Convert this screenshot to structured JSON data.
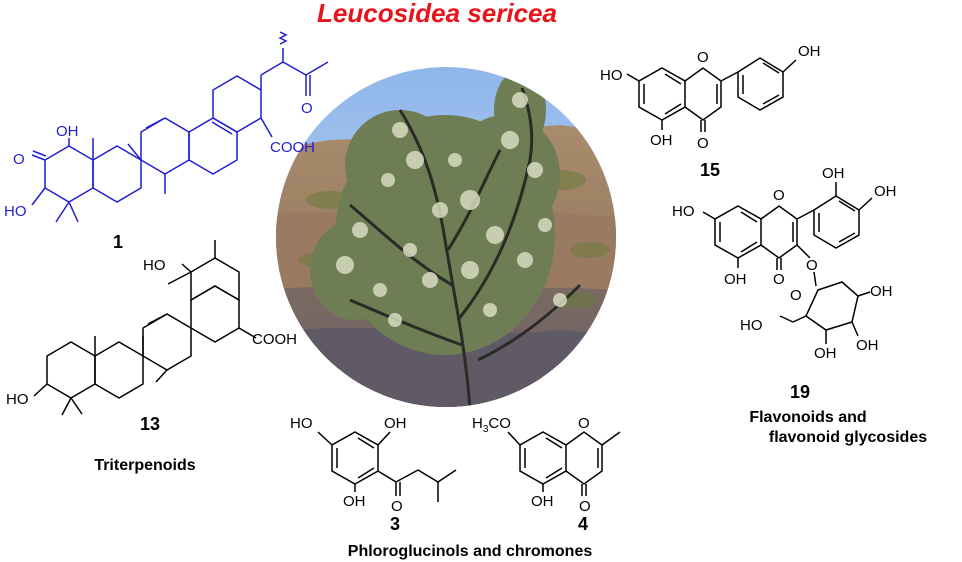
{
  "title": "Leucosidea sericea",
  "colors": {
    "title": "#e8141b",
    "compound1": "#1f1fd0",
    "structure": "#000000",
    "sky": "#a9c8ee"
  },
  "compounds": {
    "c1": {
      "number": "1",
      "labels": {
        "oh": "OH",
        "o": "O",
        "ho": "HO",
        "cooh": "COOH",
        "ketone_o": "O"
      }
    },
    "c13": {
      "number": "13",
      "labels": {
        "ho_top": "HO",
        "cooh": "COOH",
        "ho": "HO"
      }
    },
    "c3": {
      "number": "3",
      "labels": {
        "ho": "HO",
        "oh_top": "OH",
        "oh_bottom": "OH",
        "o": "O"
      }
    },
    "c4": {
      "number": "4",
      "labels": {
        "h3co_h": "H",
        "h3co_sub": "3",
        "h3co_co": "CO",
        "o_ring": "O",
        "oh": "OH",
        "o": "O"
      }
    },
    "c15": {
      "number": "15",
      "labels": {
        "ho": "HO",
        "o_ring": "O",
        "oh_b": "OH",
        "oh": "OH",
        "o": "O"
      }
    },
    "c19": {
      "number": "19",
      "labels": {
        "oh3": "OH",
        "oh4": "OH",
        "ho": "HO",
        "o_ring": "O",
        "o": "O",
        "oh5": "OH",
        "o_link": "O",
        "o_sugar": "O",
        "oh_a": "OH",
        "ho_b": "HO",
        "oh_c": "OH",
        "oh_d": "OH"
      }
    }
  },
  "groups": {
    "triterpenoids": "Triterpenoids",
    "phlorog": "Phloroglucinols and chromones",
    "flav_line1": "Flavonoids and",
    "flav_line2": "flavonoid glycosides"
  }
}
